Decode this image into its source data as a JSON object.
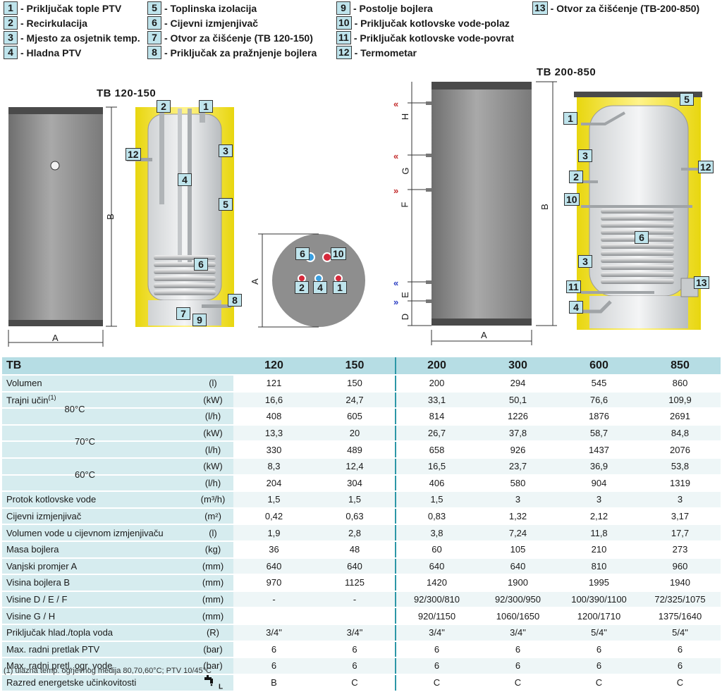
{
  "legend": [
    {
      "num": "1",
      "text": "- Priključak tople PTV"
    },
    {
      "num": "2",
      "text": "- Recirkulacija"
    },
    {
      "num": "3",
      "text": "- Mjesto za osjetnik temp."
    },
    {
      "num": "4",
      "text": "- Hladna PTV"
    },
    {
      "num": "5",
      "text": "- Toplinska izolacija"
    },
    {
      "num": "6",
      "text": "- Cijevni izmjenjivač"
    },
    {
      "num": "7",
      "text": "- Otvor za čišćenje (TB 120-150)"
    },
    {
      "num": "8",
      "text": "- Priključak za pražnjenje bojlera"
    },
    {
      "num": "9",
      "text": "- Postolje bojlera"
    },
    {
      "num": "10",
      "text": "- Priključak kotlovske vode-polaz"
    },
    {
      "num": "11",
      "text": "- Priključak kotlovske vode-povrat"
    },
    {
      "num": "12",
      "text": "- Termometar"
    },
    {
      "num": "13",
      "text": "- Otvor za čišćenje (TB-200-850)"
    }
  ],
  "drawings": {
    "title_small": "TB 120-150",
    "title_large": "TB 200-850",
    "dim_a": "A",
    "dim_b": "B",
    "dims_left": [
      "H",
      "G",
      "F",
      "E",
      "D"
    ]
  },
  "colors": {
    "header_bg": "#b6dde4",
    "label_bg": "#d6ecef",
    "accent": "#2c97a7",
    "insulation": "#f2e21c"
  },
  "table": {
    "header": [
      "TB",
      "",
      "120",
      "150",
      "200",
      "300",
      "600",
      "850"
    ],
    "rows": [
      {
        "label": "Volumen",
        "unit": "(l)",
        "values": [
          "121",
          "150",
          "200",
          "294",
          "545",
          "860"
        ]
      },
      {
        "label": "Trajni učin",
        "sup": "(1)",
        "temp": "80°C",
        "unit": "(kW)",
        "values": [
          "16,6",
          "24,7",
          "33,1",
          "50,1",
          "76,6",
          "109,9"
        ]
      },
      {
        "label": "",
        "unit": "(l/h)",
        "values": [
          "408",
          "605",
          "814",
          "1226",
          "1876",
          "2691"
        ]
      },
      {
        "label": "",
        "temp": "70°C",
        "unit": "(kW)",
        "values": [
          "13,3",
          "20",
          "26,7",
          "37,8",
          "58,7",
          "84,8"
        ]
      },
      {
        "label": "",
        "unit": "(l/h)",
        "values": [
          "330",
          "489",
          "658",
          "926",
          "1437",
          "2076"
        ]
      },
      {
        "label": "",
        "temp": "60°C",
        "unit": "(kW)",
        "values": [
          "8,3",
          "12,4",
          "16,5",
          "23,7",
          "36,9",
          "53,8"
        ]
      },
      {
        "label": "",
        "unit": "(l/h)",
        "values": [
          "204",
          "304",
          "406",
          "580",
          "904",
          "1319"
        ]
      },
      {
        "label": "Protok kotlovske vode",
        "unit": "(m³/h)",
        "values": [
          "1,5",
          "1,5",
          "1,5",
          "3",
          "3",
          "3"
        ]
      },
      {
        "label": "Cijevni izmjenjivač",
        "unit": "(m²)",
        "values": [
          "0,42",
          "0,63",
          "0,83",
          "1,32",
          "2,12",
          "3,17"
        ]
      },
      {
        "label": "Volumen vode u cijevnom izmjenjivaču",
        "unit": "(l)",
        "values": [
          "1,9",
          "2,8",
          "3,8",
          "7,24",
          "11,8",
          "17,7"
        ]
      },
      {
        "label": "Masa bojlera",
        "unit": "(kg)",
        "values": [
          "36",
          "48",
          "60",
          "105",
          "210",
          "273"
        ]
      },
      {
        "label": "Vanjski promjer A",
        "unit": "(mm)",
        "values": [
          "640",
          "640",
          "640",
          "640",
          "810",
          "960"
        ]
      },
      {
        "label": "Visina bojlera  B",
        "unit": "(mm)",
        "values": [
          "970",
          "1125",
          "1420",
          "1900",
          "1995",
          "1940"
        ]
      },
      {
        "label": "Visine  D / E / F",
        "unit": "(mm)",
        "values": [
          "-",
          "-",
          "92/300/810",
          "92/300/950",
          "100/390/1100",
          "72/325/1075"
        ]
      },
      {
        "label": "Visine  G / H",
        "unit": "(mm)",
        "values": [
          "",
          "",
          "920/1150",
          "1060/1650",
          "1200/1710",
          "1375/1640"
        ]
      },
      {
        "label": "Priključak hlad./topla voda",
        "unit": "(R)",
        "values": [
          "3/4\"",
          "3/4\"",
          "3/4\"",
          "3/4\"",
          "5/4\"",
          "5/4\""
        ]
      },
      {
        "label": "Max. radni pretlak PTV",
        "unit": "(bar)",
        "values": [
          "6",
          "6",
          "6",
          "6",
          "6",
          "6"
        ]
      },
      {
        "label": "Max. radni pretl. ogr. vode",
        "unit": "(bar)",
        "values": [
          "6",
          "6",
          "6",
          "6",
          "6",
          "6"
        ]
      },
      {
        "label": "Razred energetske učinkovitosti",
        "unit_icon": "tap-icon",
        "unit_sub": "L",
        "values": [
          "B",
          "C",
          "C",
          "C",
          "C",
          "C"
        ]
      }
    ]
  },
  "footnote": "(1) ulazna temp. ogrjevnog medija 80,70,60°C; PTV 10/45°C"
}
